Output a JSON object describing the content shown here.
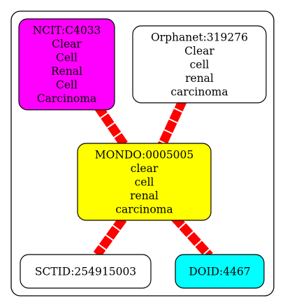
{
  "diagram": {
    "nodes": [
      {
        "id": "ncit",
        "lines": [
          "NCIT:C4033",
          "Clear",
          "Cell",
          "Renal",
          "Cell",
          "Carcinoma"
        ],
        "fill": "#ff00ff"
      },
      {
        "id": "orphanet",
        "lines": [
          "Orphanet:319276",
          "Clear",
          "cell",
          "renal",
          "carcinoma"
        ],
        "fill": "#ffffff"
      },
      {
        "id": "mondo",
        "lines": [
          "MONDO:0005005",
          "clear",
          "cell",
          "renal",
          "carcinoma"
        ],
        "fill": "#ffff00"
      },
      {
        "id": "sctid",
        "lines": [
          "SCTID:254915003"
        ],
        "fill": "#ffffff"
      },
      {
        "id": "doid",
        "lines": [
          "DOID:4467"
        ],
        "fill": "#00ffff"
      }
    ],
    "edges": [
      {
        "from": "ncit",
        "to": "mondo"
      },
      {
        "from": "orphanet",
        "to": "mondo"
      },
      {
        "from": "mondo",
        "to": "sctid"
      },
      {
        "from": "mondo",
        "to": "doid"
      }
    ],
    "edge_color": "#ff0000",
    "stroke_color": "#000000"
  }
}
